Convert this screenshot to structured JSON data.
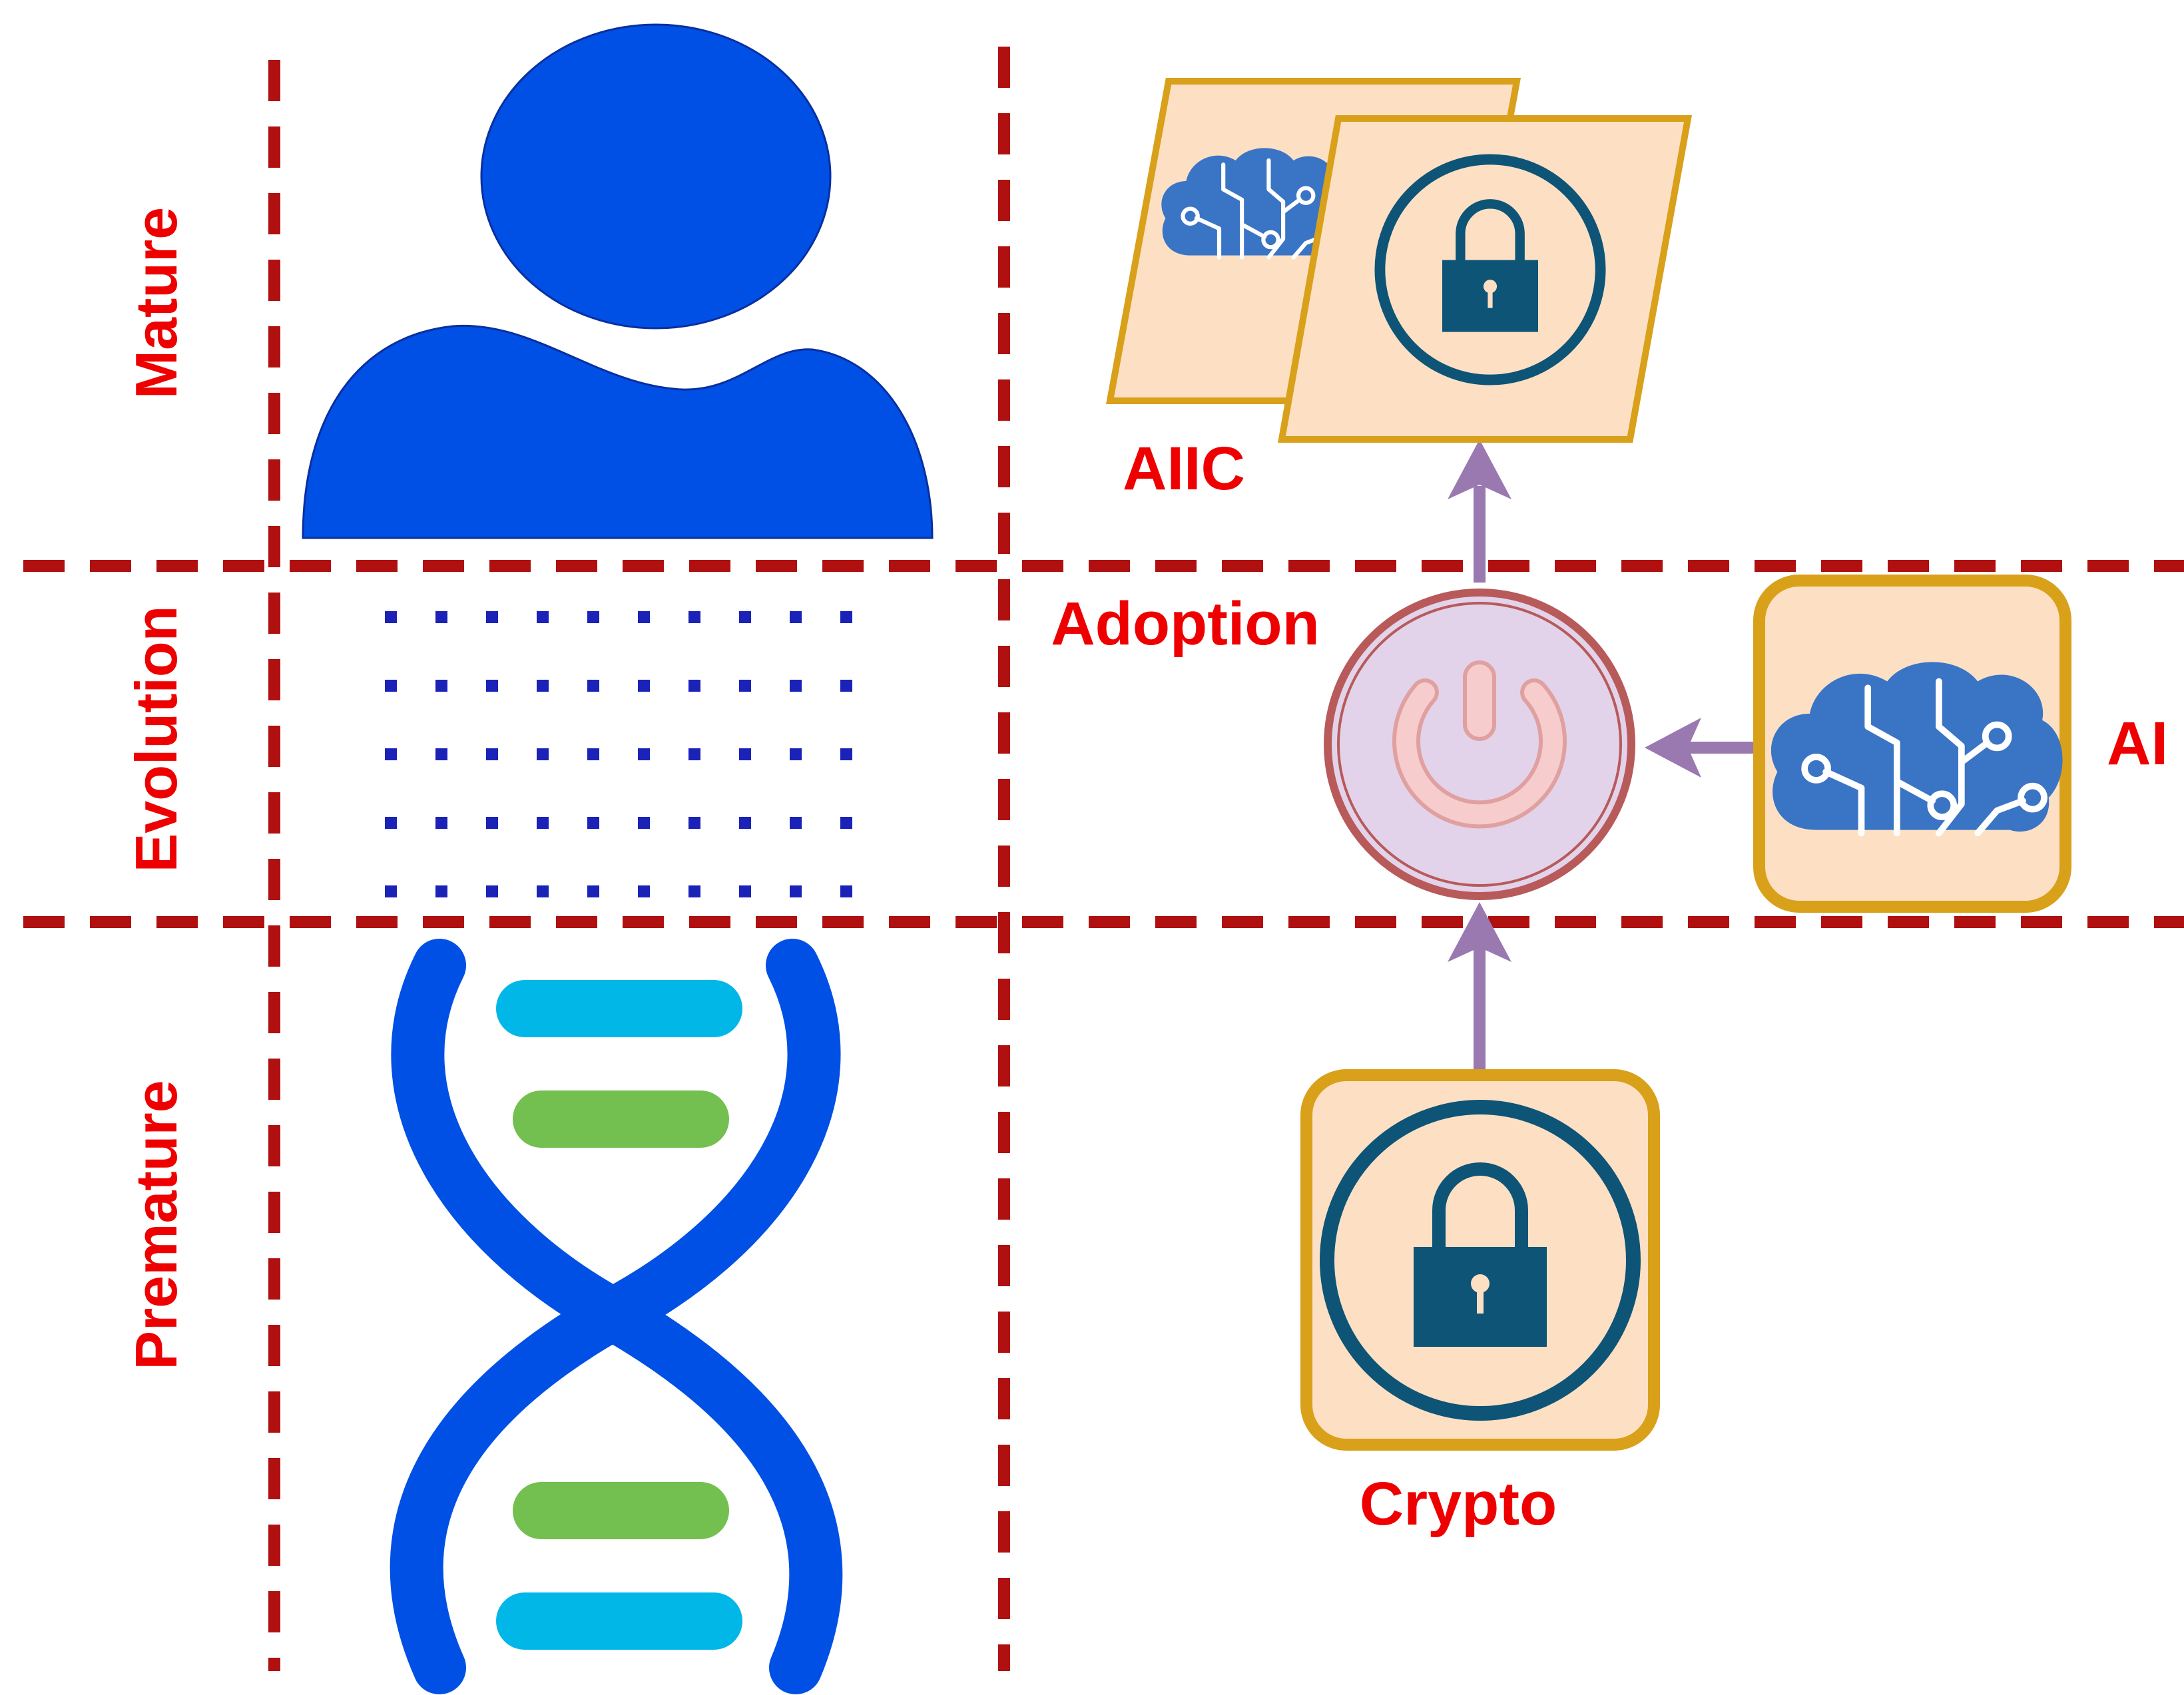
{
  "stages": {
    "mature": "Mature",
    "evolution": "Evolution",
    "premature": "Premature"
  },
  "nodes": {
    "aiic": "AIIC",
    "adoption": "Adoption",
    "ai": "AI",
    "crypto": "Crypto"
  },
  "icons": {
    "person": "person-icon",
    "dna": "dna-helix-icon",
    "dots": "dot-grid-pattern",
    "brain": "ai-brain-circuit-icon",
    "lock": "padlock-icon",
    "power": "power-button-icon"
  },
  "colors": {
    "divider": "#b01010",
    "label": "#ee0000",
    "figure_blue": "#0050e6",
    "cyan_bar": "#00b7e8",
    "green_bar": "#73bf4f",
    "box_fill": "#fde0c4",
    "box_border": "#d9a01a",
    "arrow": "#9a78b0",
    "lock": "#0e5476",
    "brain": "#3a74c4"
  }
}
